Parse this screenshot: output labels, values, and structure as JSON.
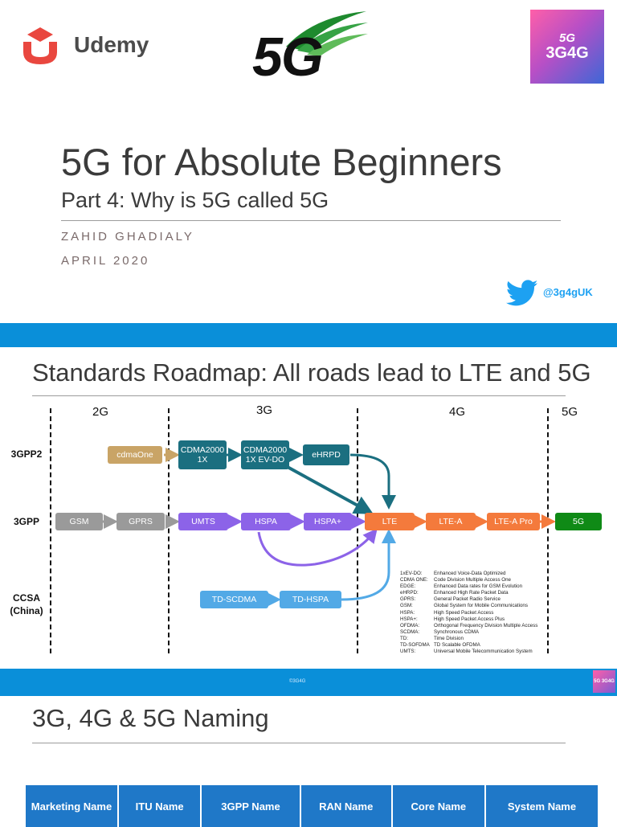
{
  "slide1": {
    "brand_name": "Udemy",
    "center_logo_text": "5G",
    "corner_logo_line1": "5G",
    "corner_logo_line2": "3G4G",
    "title": "5G for Absolute Beginners",
    "subtitle": "Part 4: Why is 5G called 5G",
    "author": "ZAHID GHADIALY",
    "date": "APRIL 2020",
    "twitter_handle": "@3g4gUK"
  },
  "slide2": {
    "title": "Standards Roadmap: All roads lead to LTE and 5G",
    "generations": [
      "2G",
      "3G",
      "4G",
      "5G"
    ],
    "rows": {
      "r3gpp2": "3GPP2",
      "r3gpp": "3GPP",
      "ccsa_line1": "CCSA",
      "ccsa_line2": "(China)"
    },
    "boxes": {
      "cdmaone": "cdmaOne",
      "cdma2000_1x_l1": "CDMA2000",
      "cdma2000_1x_l2": "1X",
      "evdo_l1": "CDMA2000",
      "evdo_l2": "1X EV-DO",
      "ehrpd": "eHRPD",
      "gsm": "GSM",
      "gprs": "GPRS",
      "umts": "UMTS",
      "hspa": "HSPA",
      "hspa_plus": "HSPA+",
      "lte": "LTE",
      "lte_a": "LTE-A",
      "lte_a_pro": "LTE-A Pro",
      "fiveg": "5G",
      "td_scdma": "TD-SCDMA",
      "td_hspa": "TD-HSPA"
    },
    "legend": [
      {
        "k": "1xEV-DO:",
        "v": "Enhanced Voice-Data Optimized"
      },
      {
        "k": "CDMA ONE:",
        "v": "Code Division Multiple Access One"
      },
      {
        "k": "EDGE:",
        "v": "Enhanced Data rates for GSM Evolution"
      },
      {
        "k": "eHRPD:",
        "v": "Enhanced High Rate Packet Data"
      },
      {
        "k": "GPRS:",
        "v": "General Packet Radio Service"
      },
      {
        "k": "GSM:",
        "v": "Global System for Mobile Communications"
      },
      {
        "k": "HSPA:",
        "v": "High Speed Packet Access"
      },
      {
        "k": "HSPA+:",
        "v": "High Speed Packet Access Plus"
      },
      {
        "k": "OFDMA:",
        "v": "Orthogonal Frequency Division Multiple Access"
      },
      {
        "k": "SCDMA:",
        "v": "Synchronous CDMA"
      },
      {
        "k": "TD:",
        "v": "Time Division"
      },
      {
        "k": "TD-SOFDMA",
        "v": "TD Scalable OFDMA"
      },
      {
        "k": "UMTS:",
        "v": "Universal Mobile Telecommunication System"
      }
    ],
    "footer_copyright": "©3G4G",
    "footer_logo_text": "5G 3G4G"
  },
  "slide3": {
    "title": "3G, 4G & 5G Naming",
    "headers": [
      "Marketing Name",
      "ITU Name",
      "3GPP Name",
      "RAN Name",
      "Core Name",
      "System Name"
    ]
  },
  "colors": {
    "band_blue": "#0a8fd9",
    "table_header": "#1f78c8",
    "teal": "#1b6f80",
    "purple": "#8c63e8",
    "orange": "#f47a3c",
    "green": "#0f8a16",
    "grey": "#9a9a9a",
    "tan": "#c9a466",
    "sky": "#52a9e6"
  }
}
